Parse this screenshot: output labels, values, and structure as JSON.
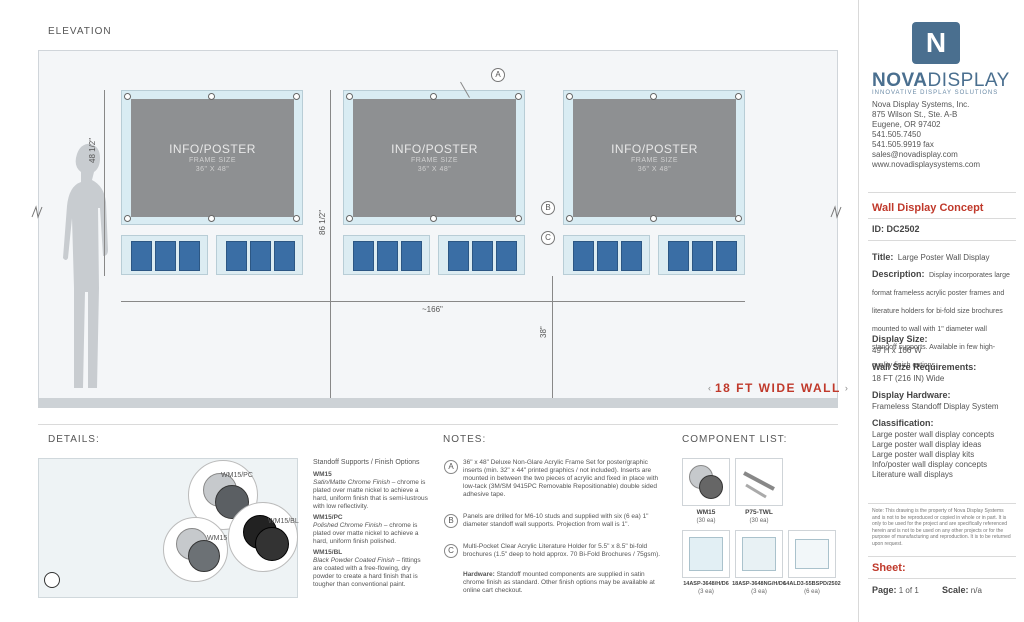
{
  "elevation": {
    "title": "ELEVATION",
    "posters": [
      {
        "title": "INFO/POSTER",
        "line2": "FRAME SIZE",
        "line3": "36\" X 48\""
      },
      {
        "title": "INFO/POSTER",
        "line2": "FRAME SIZE",
        "line3": "36\" X 48\""
      },
      {
        "title": "INFO/POSTER",
        "line2": "FRAME SIZE",
        "line3": "36\" X 48\""
      }
    ],
    "callouts": [
      "A",
      "B",
      "C"
    ],
    "dim_height_display": "48 1/2\"",
    "dim_height_total": "86 1/2\"",
    "dim_width": "~166\"",
    "dim_floor": "38\"",
    "wall_label": "18 FT WIDE WALL"
  },
  "details": {
    "title": "DETAILS:",
    "label_wm15pc": "WM15/PC",
    "label_wm15bl": "WM15/BL",
    "label_wm15": "WM15",
    "standoff_heading": "Standoff Supports / Finish Options",
    "options": [
      {
        "code": "WM15",
        "name": "Satin/Matte Chrome Finish",
        "desc": "– chrome is plated over matte nickel to achieve a hard, uniform finish that is semi-lustrous with low reflectivity."
      },
      {
        "code": "WM15/PC",
        "name": "Polished Chrome Finish",
        "desc": "– chrome is plated over matte nickel to achieve a hard, uniform finish polished."
      },
      {
        "code": "WM15/BL",
        "name": "Black Powder Coated Finish",
        "desc": "– fittings are coated with a free-flowing, dry powder to create a hard finish that is tougher than conventional paint."
      }
    ]
  },
  "notes": {
    "title": "NOTES:",
    "items": [
      {
        "letter": "A",
        "text": "36\" x 48\" Deluxe Non-Glare Acrylic Frame Set for poster/graphic inserts (min. 32\" x 44\" printed graphics / not included). Inserts are mounted in between the two pieces of acrylic and fixed in place with low-tack (3M/SM 9415PC Removable Repositionable) double sided adhesive tape."
      },
      {
        "letter": "B",
        "text": "Panels are drilled for M6-10 studs and supplied with six (6 ea) 1\" diameter standoff wall supports. Projection from wall is 1\"."
      },
      {
        "letter": "C",
        "text": "Multi-Pocket Clear Acrylic Literature Holder for 5.5\" x 8.5\" bi-fold brochures (1.5\" deep to hold approx. 70 Bi-Fold Brochures / 75gsm)."
      }
    ],
    "hardware_label": "Hardware:",
    "hardware_text": "Standoff mounted components are supplied in satin chrome finish as standard. Other finish options may be available at online cart checkout."
  },
  "components": {
    "title": "COMPONENT LIST:",
    "items": [
      {
        "name": "WM15",
        "qty": "(30 ea)"
      },
      {
        "name": "P75-TWL",
        "qty": "(30 ea)"
      },
      {
        "name": "14ASP-3648/H/D6",
        "qty": "(3 ea)"
      },
      {
        "name": "18ASP-3648NG/H/D6",
        "qty": "(3 ea)"
      },
      {
        "name": "14ALD3-55BSPD/2502",
        "qty": "(6 ea)"
      }
    ]
  },
  "company": {
    "logo_letter": "N",
    "brand_bold": "NOVA",
    "brand_light": "DISPLAY",
    "tagline": "INNOVATIVE DISPLAY SOLUTIONS",
    "address": [
      "Nova Display Systems, Inc.",
      "875 Wilson St., Ste. A-B",
      "Eugene, OR 97402",
      "541.505.7450",
      "541.505.9919 fax",
      "sales@novadisplay.com",
      "www.novadisplaysystems.com"
    ]
  },
  "concept": {
    "heading": "Wall Display Concept",
    "id_label": "ID:",
    "id_value": "DC2502",
    "title_label": "Title:",
    "title_value": "Large Poster Wall Display",
    "description_label": "Description:",
    "description_value": "Display incorporates large format frameless acrylic poster frames and literature holders for bi-fold size brochures mounted to wall with 1\" diameter wall standoff supports. Available in few high-quality finish options.",
    "size_label": "Display Size:",
    "size_value": "49\"H x 166\"W",
    "wall_label": "Wall Size Requirements:",
    "wall_value": "18 FT (216 IN) Wide",
    "hardware_label": "Display Hardware:",
    "hardware_value": "Frameless Standoff Display System",
    "class_label": "Classification:",
    "class_values": [
      "Large poster wall display concepts",
      "Large poster wall display ideas",
      "Large poster wall display kits",
      "Info/poster wall display concepts",
      "Literature wall displays"
    ],
    "disclaimer": "Note: This drawing is the property of Nova Display Systems and is not to be reproduced or copied in whole or in part. It is only to be used for the project and are specifically referenced herein and is not to be used on any other projects or for the purpose of manufacturing and reproduction. It is to be returned upon request.",
    "sheet_label": "Sheet:",
    "page_label": "Page:",
    "page_value": "1 of 1",
    "scale_label": "Scale:",
    "scale_value": "n/a"
  },
  "colors": {
    "accent": "#c0392b",
    "logo": "#4a6f8f",
    "brochure": "#3a6ea5"
  }
}
